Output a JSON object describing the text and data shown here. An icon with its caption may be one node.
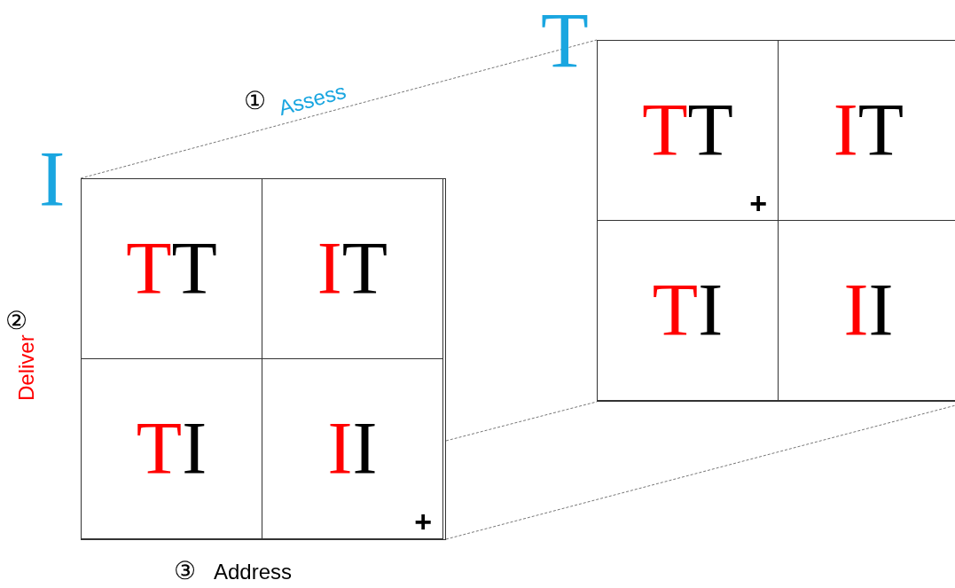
{
  "diagram": {
    "nodes": [
      {
        "text": [
          "I"
        ]
      },
      {
        "text": [
          "TT"
        ],
        "in": 0
      },
      {
        "text": [
          "IT"
        ],
        "in": 0
      },
      {
        "text": [
          "TI"
        ],
        "in": 0
      },
      {
        "text": [
          "II",
          "+"
        ],
        "in": 0
      },
      {
        "text": [
          "T"
        ]
      },
      {
        "text": [
          "TT",
          "+"
        ],
        "in": 5
      },
      {
        "text": [
          "IT"
        ],
        "in": 5
      },
      {
        "text": [
          "TI"
        ],
        "in": 5
      },
      {
        "text": [
          "II"
        ],
        "in": 5
      }
    ],
    "edges": [
      {
        "from": 0,
        "to": 5,
        "arrow": "none",
        "style": "dashed"
      },
      {
        "from": 0,
        "to": 5,
        "arrow": "none",
        "style": "dashed"
      },
      {
        "from": 0,
        "to": 5,
        "arrow": "none",
        "style": "dashed"
      }
    ],
    "labels": [
      "①",
      "Assess",
      "②",
      "Deliver",
      "③",
      "Address"
    ]
  }
}
